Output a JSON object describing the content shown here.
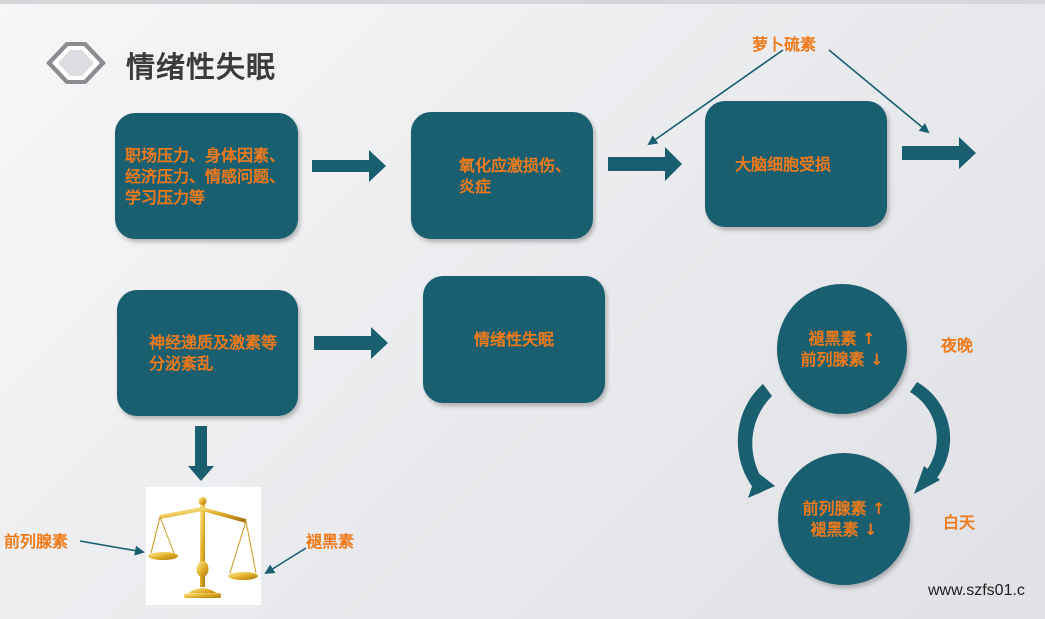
{
  "title": "情绪性失眠",
  "boxes": {
    "stress": "职场压力、身体因素、经济压力、情感问题、学习压力等",
    "oxidative": "氧化应激损伤、炎症",
    "brain": "大脑细胞受损",
    "neuro": "神经递质及激素等分泌紊乱",
    "insomnia": "情绪性失眠"
  },
  "cycle": {
    "night_line1": "褪黑素 ↑",
    "night_line2": "前列腺素 ↓",
    "day_line1": "前列腺素 ↑",
    "day_line2": "褪黑素 ↓",
    "night_label": "夜晚",
    "day_label": "白天"
  },
  "labels": {
    "sulforaphane": "萝卜硫素",
    "prostaglandin": "前列腺素",
    "melatonin": "褪黑素"
  },
  "watermark": "www.szfs01.c",
  "colors": {
    "box_fill": "#1a5f70",
    "text_orange": "#f07a1a",
    "title_gray": "#3b3b3b"
  }
}
